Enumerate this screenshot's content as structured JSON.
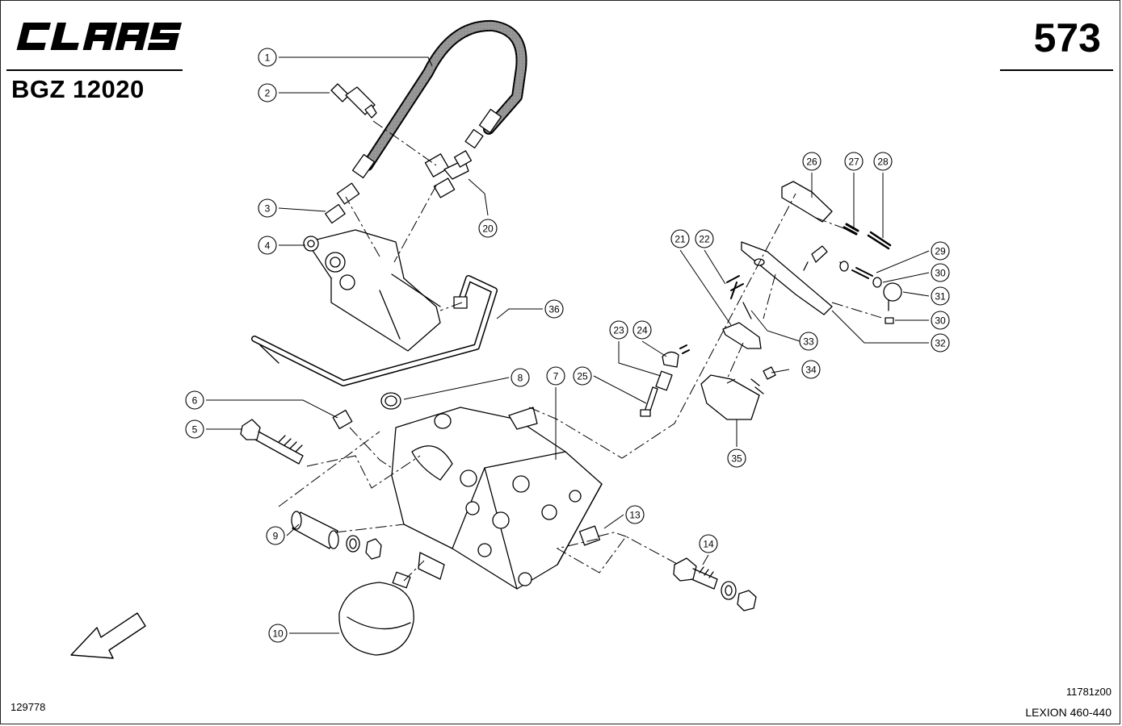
{
  "header": {
    "brand": "CLAAS",
    "group_code": "BGZ 12020",
    "page_number": "573"
  },
  "footer": {
    "drawing_number": "129778",
    "figure_ref": "11781z00",
    "model": "LEXION 460-440"
  },
  "callouts": [
    "1",
    "2",
    "3",
    "4",
    "5",
    "6",
    "7",
    "8",
    "9",
    "10",
    "13",
    "14",
    "20",
    "21",
    "22",
    "23",
    "24",
    "25",
    "26",
    "27",
    "28",
    "29",
    "30",
    "30",
    "31",
    "32",
    "33",
    "34",
    "35",
    "36"
  ],
  "icons": {
    "direction_arrow": "arrow-southwest-icon",
    "logo": "claas-logo"
  }
}
